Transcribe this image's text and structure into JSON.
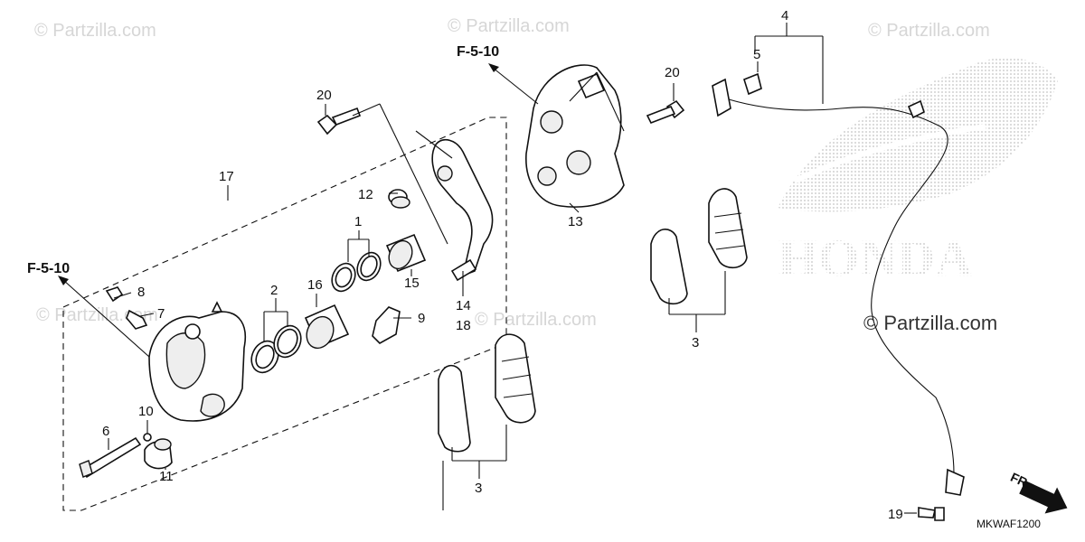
{
  "diagram": {
    "diagram_code": "MKWAF1200",
    "front_indicator": "FR.",
    "reference_labels": [
      "F-5-10",
      "F-5-10"
    ],
    "callouts": {
      "c1": "1",
      "c2": "2",
      "c3a": "3",
      "c3b": "3",
      "c4": "4",
      "c5": "5",
      "c6": "6",
      "c7": "7",
      "c8": "8",
      "c9": "9",
      "c10": "10",
      "c11": "11",
      "c12": "12",
      "c13": "13",
      "c14": "14",
      "c15": "15",
      "c16": "16",
      "c17": "17",
      "c18": "18",
      "c19": "19",
      "c20a": "20",
      "c20b": "20"
    },
    "watermarks": {
      "small": "© Partzilla.com",
      "brand": "© Partzilla.com",
      "brand_logo_text": "HONDA"
    }
  }
}
